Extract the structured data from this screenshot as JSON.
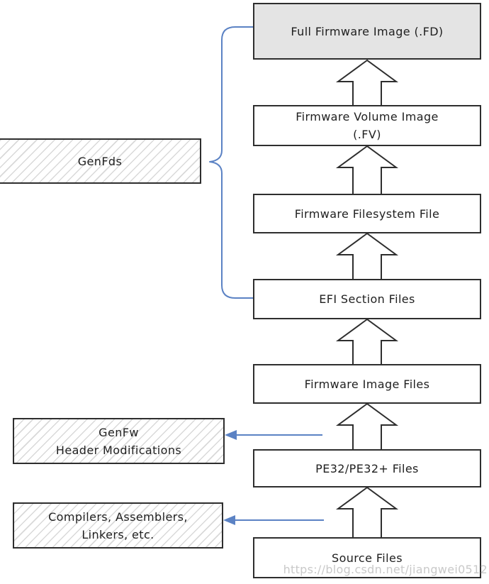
{
  "diagram_title": "firmware-build-flow",
  "colors": {
    "connector_blue": "#5b82c4",
    "box_border": "#2e2e2e",
    "highlight_fill": "#e4e4e4",
    "hatch_line": "#d9d9d9",
    "watermark_gray": "#c6c6c6"
  },
  "pipeline": {
    "stages": [
      {
        "name": "full-firmware-image",
        "lines": [
          "Full Firmware Image (.FD)"
        ]
      },
      {
        "name": "firmware-volume-image",
        "lines": [
          "Firmware Volume Image",
          "(.FV)"
        ]
      },
      {
        "name": "firmware-filesystem-file",
        "lines": [
          "Firmware Filesystem File"
        ]
      },
      {
        "name": "efi-section-files",
        "lines": [
          "EFI Section Files"
        ]
      },
      {
        "name": "firmware-image-files",
        "lines": [
          "Firmware Image Files"
        ]
      },
      {
        "name": "pe32-files",
        "lines": [
          "PE32/PE32+ Files"
        ]
      },
      {
        "name": "source-files",
        "lines": [
          "Source Files"
        ]
      }
    ]
  },
  "tools": {
    "genfds": {
      "lines": [
        "GenFds"
      ]
    },
    "genfw": {
      "lines": [
        "GenFw",
        "Header Modifications"
      ]
    },
    "compilers": {
      "lines": [
        "Compilers, Assemblers,",
        "Linkers, etc."
      ]
    }
  },
  "watermark": "https://blog.csdn.net/jiangwei0512"
}
